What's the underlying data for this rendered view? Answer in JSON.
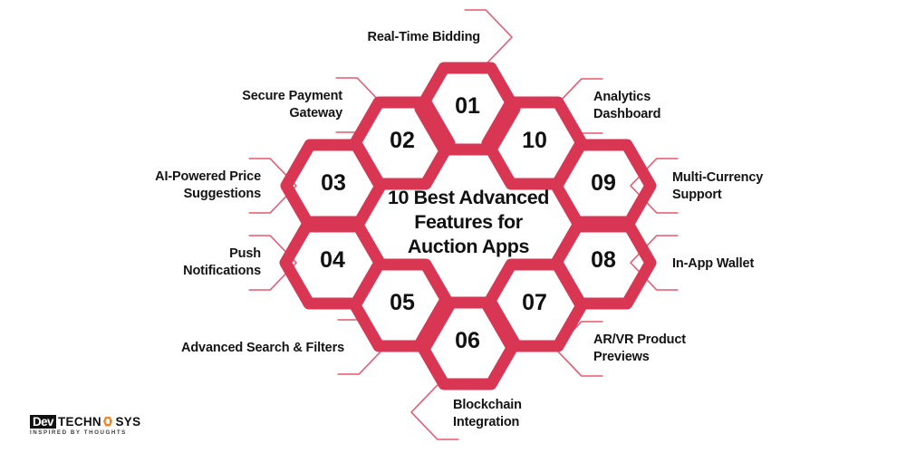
{
  "infographic": {
    "center_title": "10 Best Advanced\nFeatures for\nAuction Apps",
    "accent_color": "#D93654",
    "accent_light_color": "#E8576F",
    "text_color": "#141414",
    "background_color": "#FFFFFF",
    "items": [
      {
        "number": "01",
        "label": "Real-Time Bidding",
        "side": "top"
      },
      {
        "number": "02",
        "label": "Secure Payment\nGateway",
        "side": "left"
      },
      {
        "number": "03",
        "label": "AI-Powered Price\nSuggestions",
        "side": "left"
      },
      {
        "number": "04",
        "label": "Push\nNotifications",
        "side": "left"
      },
      {
        "number": "05",
        "label": "Advanced Search & Filters",
        "side": "left"
      },
      {
        "number": "06",
        "label": "Blockchain\nIntegration",
        "side": "bottom"
      },
      {
        "number": "07",
        "label": "AR/VR Product\nPreviews",
        "side": "right"
      },
      {
        "number": "08",
        "label": "In-App Wallet",
        "side": "right"
      },
      {
        "number": "09",
        "label": "Multi-Currency\nSupport",
        "side": "right"
      },
      {
        "number": "10",
        "label": "Analytics\nDashboard",
        "side": "right"
      }
    ]
  },
  "logo": {
    "dev": "Dev",
    "techn": "TECHN",
    "sys": "SYS",
    "tagline": "INSPIRED BY THOUGHTS",
    "hex_color": "#F5821F"
  }
}
